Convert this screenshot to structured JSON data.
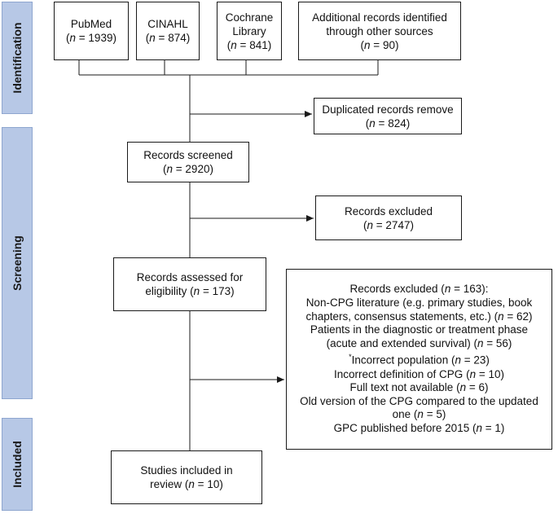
{
  "phases": {
    "identification": "Identification",
    "screening": "Screening",
    "included": "Included"
  },
  "sources": [
    {
      "name": [
        "PubMed"
      ],
      "n": "1939"
    },
    {
      "name": [
        "CINAHL"
      ],
      "n": "874"
    },
    {
      "name": [
        "Cochrane",
        "Library"
      ],
      "n": "841"
    },
    {
      "name": [
        "Additional records identified",
        "through other sources"
      ],
      "n": "90"
    }
  ],
  "duplicates": {
    "label": "Duplicated records remove",
    "n": "824"
  },
  "screened": {
    "label": "Records screened",
    "n": "2920"
  },
  "excluded1": {
    "label": "Records excluded",
    "n": "2747"
  },
  "assessed": {
    "label_1": "Records assessed for",
    "label_2": "eligibility",
    "n": "173"
  },
  "excluded2": {
    "title_pre": "Records excluded (",
    "title_n": "163",
    "title_post": "):",
    "reasons": [
      {
        "lines": [
          "Non-CPG literature (e.g. primary studies, book",
          "chapters, consensus statements, etc.)"
        ],
        "n": "62",
        "marker": ""
      },
      {
        "lines": [
          "Patients in the diagnostic or treatment phase",
          "(acute and extended survival)"
        ],
        "n": "56",
        "marker": ""
      },
      {
        "lines": [
          "Incorrect population"
        ],
        "n": "23",
        "marker": "*"
      },
      {
        "lines": [
          "Incorrect definition of CPG"
        ],
        "n": "10",
        "marker": ""
      },
      {
        "lines": [
          "Full text not available"
        ],
        "n": "6",
        "marker": ""
      },
      {
        "lines": [
          "Old version of the CPG compared to the updated",
          "one"
        ],
        "n": "5",
        "marker": ""
      },
      {
        "lines": [
          "GPC published before 2015"
        ],
        "n": "1",
        "marker": ""
      }
    ]
  },
  "included": {
    "label_1": "Studies included in",
    "label_2": "review",
    "n": "10"
  },
  "colors": {
    "phase_fill": "#b7c8e6",
    "phase_border": "#8ea6cf",
    "line": "#1a1a1a"
  }
}
